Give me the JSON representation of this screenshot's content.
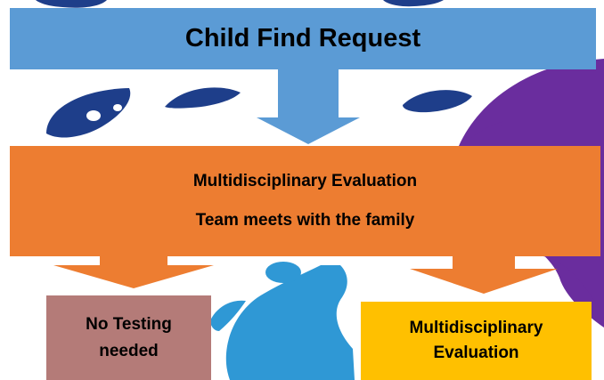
{
  "colors": {
    "top_box": "#5b9bd5",
    "middle_box": "#ed7d31",
    "left_box": "#b47b78",
    "right_box": "#ffc000",
    "background_blob_blue": "#1e3e8a",
    "background_blob_light_blue": "#2f98d5",
    "background_blob_purple": "#6a2d9e"
  },
  "flowchart": {
    "top": {
      "label": "Child Find Request"
    },
    "middle": {
      "line1": "Multidisciplinary Evaluation",
      "line2": "Team meets with the family"
    },
    "left": {
      "label": "No Testing needed"
    },
    "right": {
      "label": "Multidisciplinary Evaluation"
    }
  }
}
